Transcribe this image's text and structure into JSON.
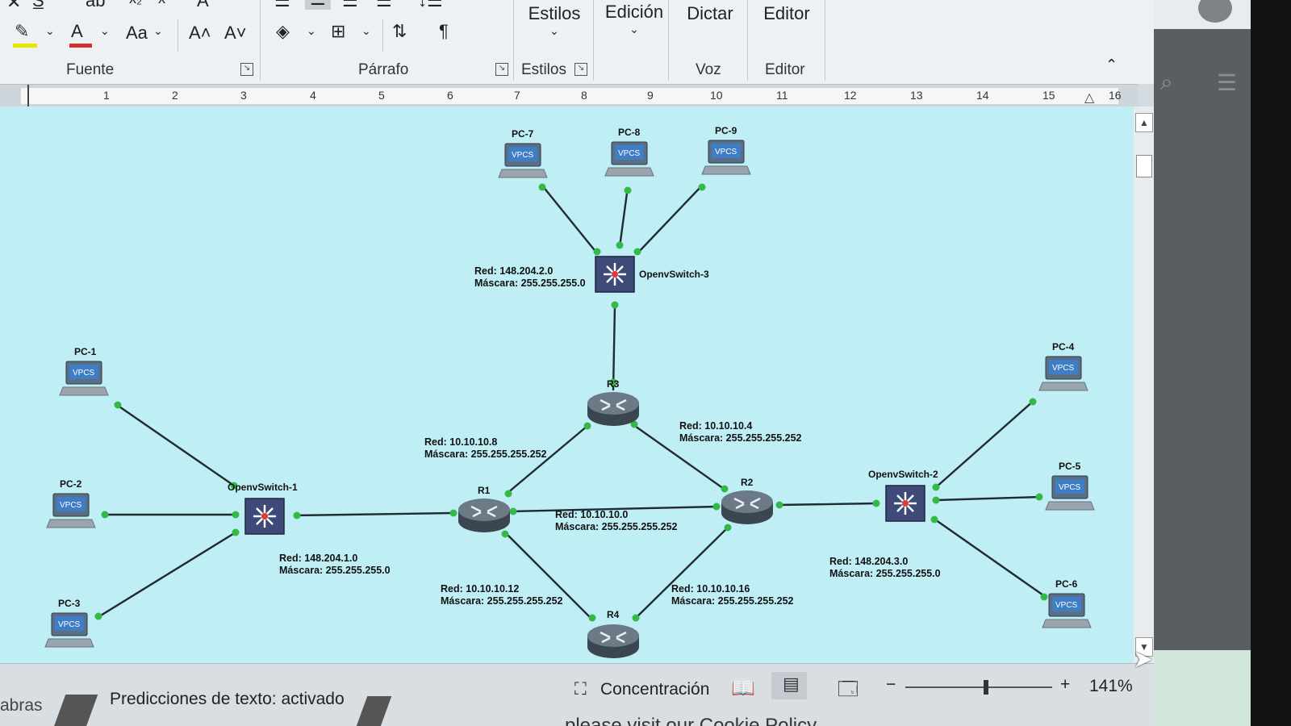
{
  "ribbon": {
    "groups": {
      "fuente": "Fuente",
      "parrafo": "Párrafo",
      "estilos": "Estilos",
      "voz": "Voz",
      "editor": "Editor"
    },
    "buttons": {
      "estilos": "Estilos",
      "edicion": "Edición",
      "dictar": "Dictar",
      "editor": "Editor",
      "font_size_toggle": "Aa",
      "grow_font": "A˄",
      "shrink_font": "A˅"
    }
  },
  "ruler": {
    "numbers": [
      "1",
      "2",
      "3",
      "4",
      "5",
      "6",
      "7",
      "8",
      "9",
      "10",
      "11",
      "12",
      "13",
      "14",
      "15",
      "16"
    ]
  },
  "diagram": {
    "pcs": {
      "pc1": "PC-1",
      "pc2": "PC-2",
      "pc3": "PC-3",
      "pc4": "PC-4",
      "pc5": "PC-5",
      "pc6": "PC-6",
      "pc7": "PC-7",
      "pc8": "PC-8",
      "pc9": "PC-9"
    },
    "vpcs_text": "VPCS",
    "switches": {
      "sw1": "OpenvSwitch-1",
      "sw2": "OpenvSwitch-2",
      "sw3": "OpenvSwitch-3"
    },
    "routers": {
      "r1": "R1",
      "r2": "R2",
      "r3": "R3",
      "r4": "R4"
    },
    "networks": {
      "n1": {
        "red": "Red:   148.204.1.0",
        "mask": "Máscara: 255.255.255.0"
      },
      "n2": {
        "red": "Red:   148.204.2.0",
        "mask": "Máscara: 255.255.255.0"
      },
      "n3": {
        "red": "Red:   148.204.3.0",
        "mask": "Máscara: 255.255.255.0"
      },
      "l1": {
        "red": "Red:   10.10.10.8",
        "mask": "Máscara: 255.255.255.252"
      },
      "l2": {
        "red": "Red:   10.10.10.4",
        "mask": "Máscara: 255.255.255.252"
      },
      "l3": {
        "red": "Red:   10.10.10.0",
        "mask": "Máscara: 255.255.255.252"
      },
      "l4": {
        "red": "Red:   10.10.10.12",
        "mask": "Máscara: 255.255.255.252"
      },
      "l5": {
        "red": "Red:   10.10.10.16",
        "mask": "Máscara: 255.255.255.252"
      }
    }
  },
  "status_bar": {
    "words": "abras",
    "text_predictions": "Predicciones de texto: activado",
    "focus": "Concentración",
    "zoom_minus": "−",
    "zoom_plus": "+",
    "zoom": "141%",
    "zoom_level_fraction": 0.55
  },
  "footer_overlay": "please visit our Cookie Policy",
  "colors": {
    "document_bg": "#bfeff5",
    "link_green": "#35b84a",
    "ribbon_bg": "#eef1f4"
  }
}
